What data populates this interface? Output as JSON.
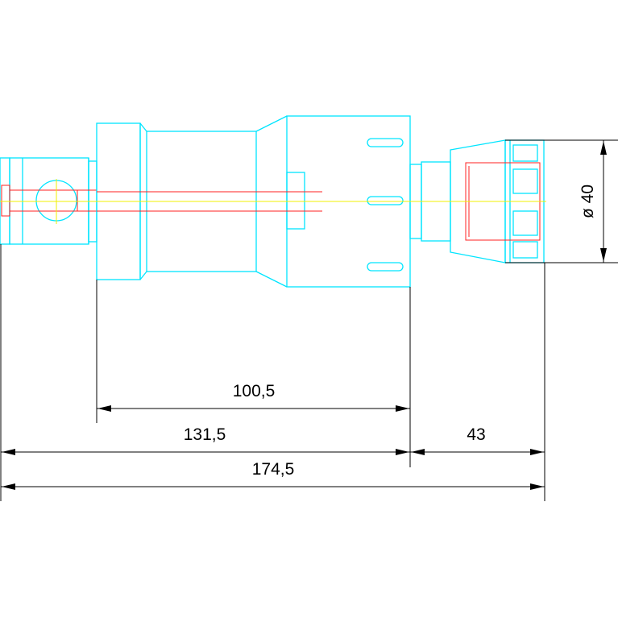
{
  "drawing": {
    "colors": {
      "outline": "#00e5ff",
      "hidden_lines": "#ff2020",
      "center_line": "#f0f000",
      "dimensions": "#000000",
      "background": "#ffffff"
    },
    "dimensions": {
      "d1": "100,5",
      "d2": "131,5",
      "d3": "43",
      "d4": "174,5",
      "diameter": "ø 40"
    }
  }
}
